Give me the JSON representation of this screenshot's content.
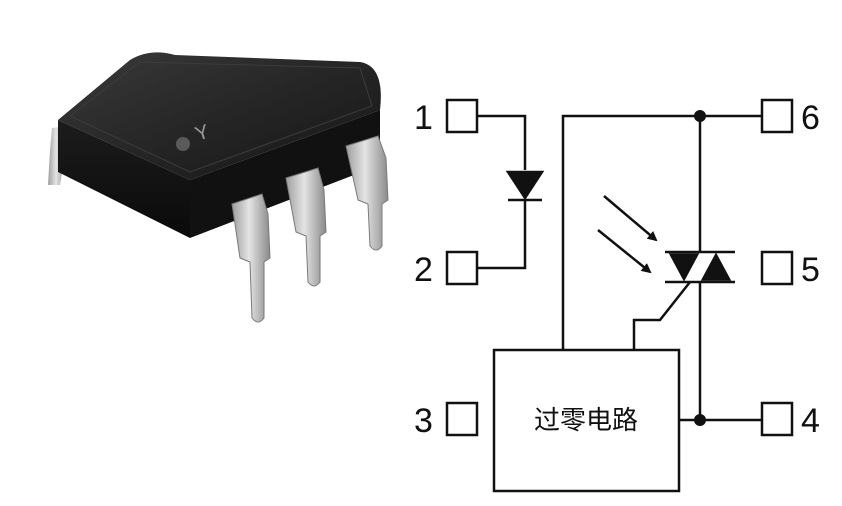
{
  "photo": {
    "marking": "Y"
  },
  "schematic": {
    "pins": [
      {
        "number": "1"
      },
      {
        "number": "2"
      },
      {
        "number": "3"
      },
      {
        "number": "4"
      },
      {
        "number": "5"
      },
      {
        "number": "6"
      }
    ],
    "zero_cross_label": "过零电路"
  },
  "colors": {
    "line": "#111111",
    "chip_body": "#1a1a1a",
    "lead": "#c9c9c9"
  }
}
